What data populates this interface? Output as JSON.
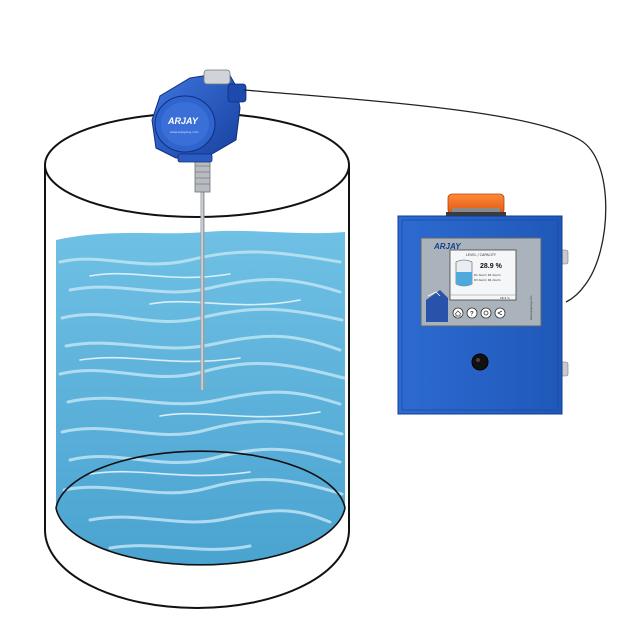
{
  "transmitter": {
    "brand": "ARJAY",
    "website": "www.arjayeng.com",
    "body_color": "#1f4fbf"
  },
  "controller": {
    "brand": "ARJAY",
    "website": "www.arjayeng.com",
    "screen_title": "LEVEL / CAPACITY",
    "level_reading": "28.9 %",
    "relay_lines": [
      "R1 Alarm   R2 Alarm",
      "R3 Alarm   R4 Alarm"
    ],
    "screen_footer": "28.9 %",
    "keypad_icons": [
      "home-icon",
      "help-icon",
      "settings-icon",
      "back-icon"
    ],
    "enclosure_color": "#2a64c8",
    "beacon_color": "#f06a1e"
  },
  "tank": {
    "liquid_color": "#5bb3dc"
  }
}
